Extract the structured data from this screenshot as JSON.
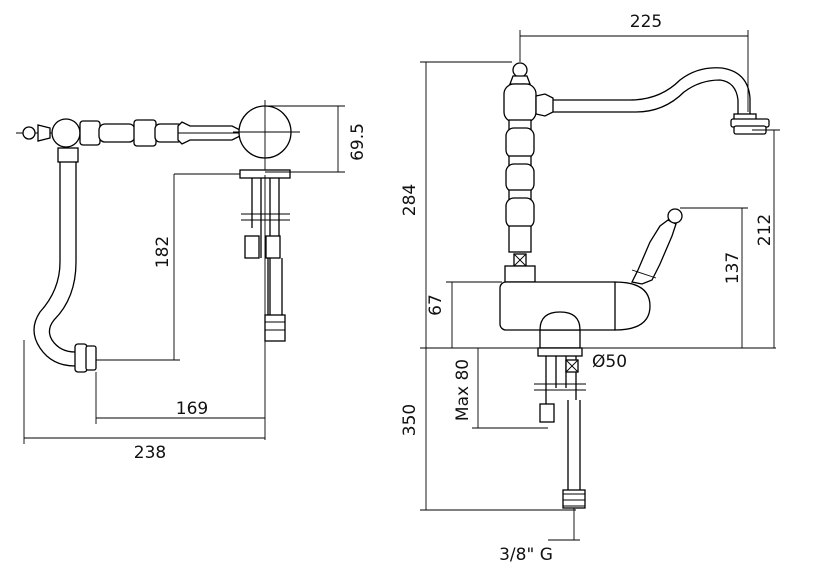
{
  "dimensions": {
    "top_view": {
      "width_238": "238",
      "width_169": "169",
      "depth_182": "182",
      "height_69_5": "69.5"
    },
    "side_view": {
      "reach_225": "225",
      "height_284": "284",
      "height_212": "212",
      "height_137": "137",
      "height_67": "67",
      "max_80": "Max 80",
      "length_350": "350",
      "diameter_50": "Ø50",
      "connection": "3/8\" G"
    }
  }
}
